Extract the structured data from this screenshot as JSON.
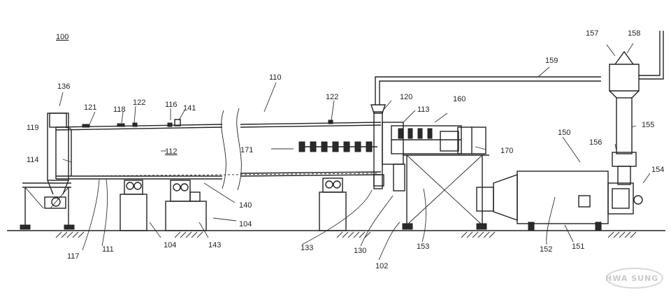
{
  "figure_ref": "100",
  "labels": {
    "l110": "110",
    "l136": "136",
    "l121": "121",
    "l118": "118",
    "l122a": "122",
    "l116": "116",
    "l141": "141",
    "l119": "119",
    "l112": "112",
    "l114": "114",
    "l171": "171",
    "l122b": "122",
    "l120": "120",
    "l113": "113",
    "l160": "160",
    "l170": "170",
    "l159": "159",
    "l157": "157",
    "l158": "158",
    "l155": "155",
    "l150": "150",
    "l156": "156",
    "l154": "154",
    "l140": "140",
    "l104a": "104",
    "l104b": "104",
    "l143": "143",
    "l117": "117",
    "l111": "111",
    "l133": "133",
    "l130": "130",
    "l102": "102",
    "l153": "153",
    "l152": "152",
    "l151": "151"
  },
  "watermark": "HWA SUNG",
  "colors": {
    "line": "#222222",
    "watermark": "#c9c9c9",
    "background": "#ffffff"
  }
}
